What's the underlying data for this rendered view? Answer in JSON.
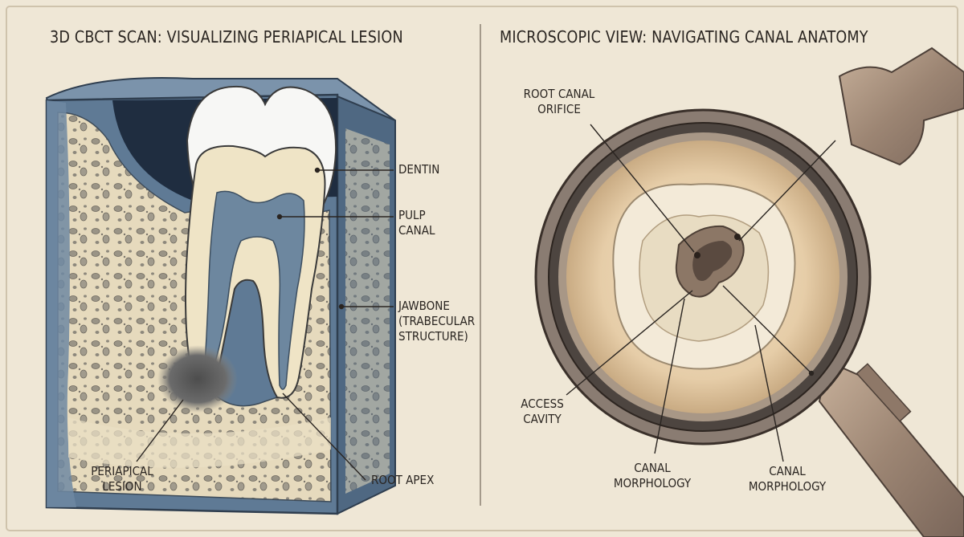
{
  "left_panel": {
    "title": "3D CBCT SCAN: VISUALIZING PERIAPICAL LESION",
    "labels": {
      "dentin": "DENTIN",
      "pulp_1": "PULP",
      "pulp_2": "CANAL",
      "jaw_1": "JAWBONE",
      "jaw_2": "(TRABECULAR",
      "jaw_3": "STRUCTURE)",
      "lesion_1": "PERIAPICAL",
      "lesion_2": "LESION",
      "apex": "ROOT APEX"
    }
  },
  "right_panel": {
    "title": "MICROSCOPIC VIEW: NAVIGATING CANAL ANATOMY",
    "labels": {
      "orifice_1": "ROOT CANAL",
      "orifice_2": "ORIFICE",
      "access_1": "ACCESS",
      "access_2": "CAVITY",
      "morph_a_1": "CANAL",
      "morph_a_2": "MORPHOLOGY",
      "morph_b_1": "CANAL",
      "morph_b_2": "MORPHOLOGY"
    }
  },
  "colors": {
    "background": "#efe7d6",
    "bone": "#e8dcc0",
    "cortical_blue": "#56708a",
    "enamel": "#f6f6f4",
    "lesion": "#5a5a5a",
    "lens_rim": "#6f625a"
  }
}
